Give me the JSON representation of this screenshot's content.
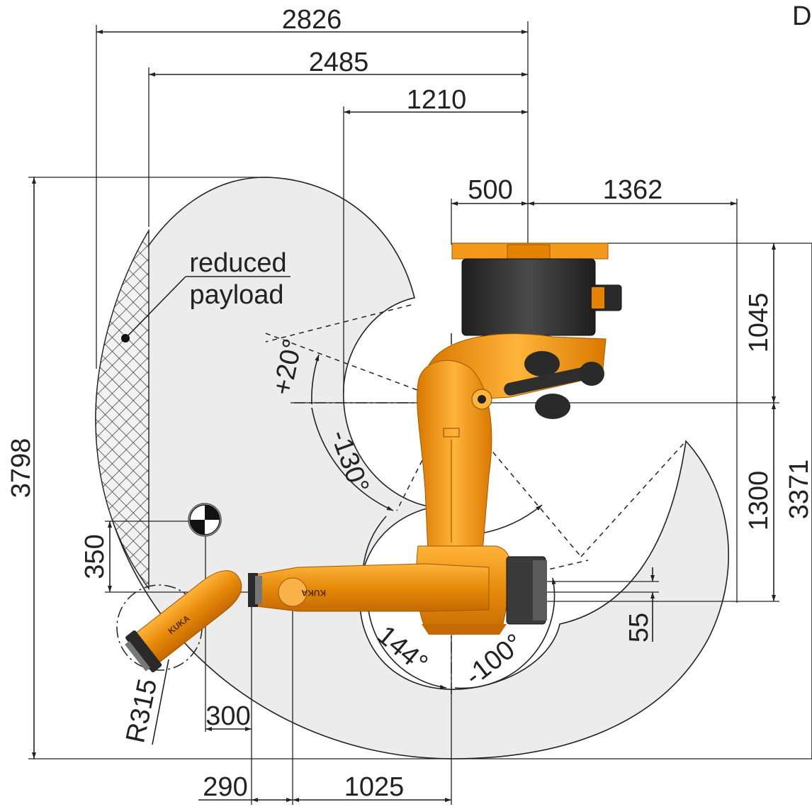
{
  "corner_label": "D",
  "dimensions": {
    "d2826": "2826",
    "d2485": "2485",
    "d1210": "1210",
    "d500": "500",
    "d1362": "1362",
    "d1045": "1045",
    "d1300": "1300",
    "d3371": "3371",
    "d3798": "3798",
    "d350": "350",
    "d55": "55",
    "d300": "300",
    "d290": "290",
    "d1025": "1025",
    "r315": "R315"
  },
  "angles": {
    "a_plus20": "+20°",
    "a_minus130": "-130°",
    "a_144": "144°",
    "a_minus100": "-100°"
  },
  "annotation": {
    "line1": "reduced",
    "line2": "payload"
  },
  "robot_brand": "KUKA",
  "colors": {
    "robot_orange": "#f39a1c",
    "envelope_fill": "#ececec",
    "dimension_lines": "#222222"
  }
}
